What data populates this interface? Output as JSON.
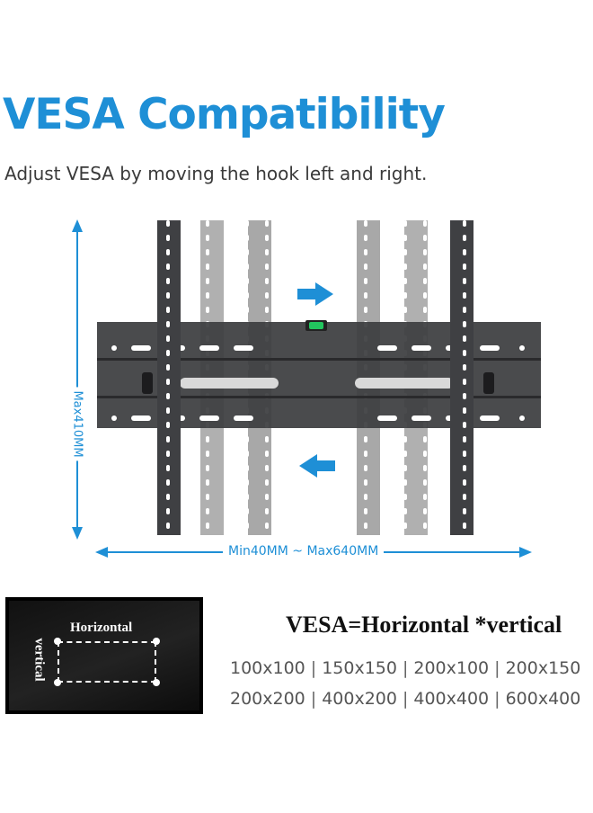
{
  "header": {
    "title": "VESA Compatibility",
    "subtitle": "Adjust VESA by moving the hook left and right."
  },
  "dimensions": {
    "vertical_label": "Max410MM",
    "horizontal_label": "Min40MM ~ Max640MM"
  },
  "tv_diagram": {
    "horizontal_label": "Horizontal",
    "vertical_label": "vertical"
  },
  "vesa": {
    "formula": "VESA=Horizontal *vertical",
    "rows": [
      [
        "100x100",
        "150x150",
        "200x100",
        "200x150"
      ],
      [
        "200x200",
        "400x200",
        "400x400",
        "600x400"
      ]
    ]
  },
  "colors": {
    "accent": "#1e8fd6",
    "plate": "#3c3d40",
    "arm_dark": "#3f4043",
    "arm_light": "#9a9a9a",
    "level": "#22c55e"
  }
}
